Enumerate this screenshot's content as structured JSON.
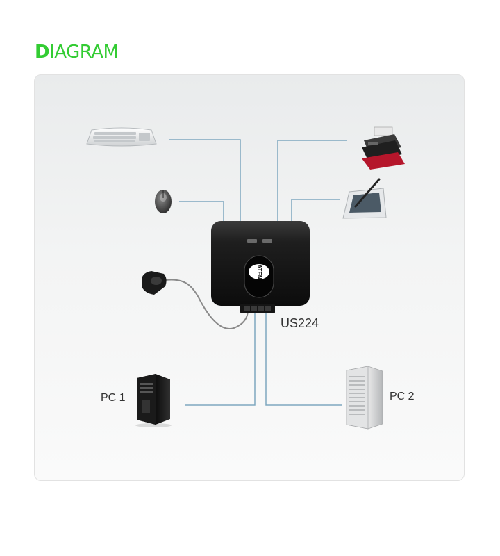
{
  "heading": {
    "first_letter": "D",
    "rest": "IAGRAM"
  },
  "labels": {
    "device_model": "US224",
    "pc1": "PC 1",
    "pc2": "PC 2",
    "brand_logo": "ATEN"
  },
  "colors": {
    "heading": "#33cc33",
    "cable": "#7fa7bf",
    "device_body": "#1a1a1a",
    "panel_bg": "#eef0f0"
  },
  "icons": [
    "keyboard-icon",
    "mouse-icon",
    "remote-switch-icon",
    "printer-icon",
    "drawing-tablet-icon",
    "tower-pc-icon",
    "mac-pro-icon",
    "usb-kvm-switch-icon"
  ]
}
